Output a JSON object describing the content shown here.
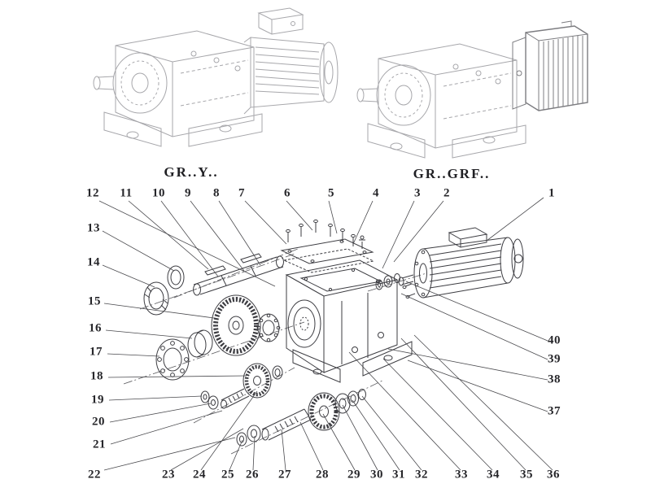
{
  "diagram": {
    "variant_labels": [
      "GR..Y..",
      "GR..GRF.."
    ],
    "callouts": [
      "1",
      "2",
      "3",
      "4",
      "5",
      "6",
      "7",
      "8",
      "9",
      "10",
      "11",
      "12",
      "13",
      "14",
      "15",
      "16",
      "17",
      "18",
      "19",
      "20",
      "21",
      "22",
      "23",
      "24",
      "25",
      "26",
      "27",
      "28",
      "29",
      "30",
      "31",
      "32",
      "33",
      "34",
      "35",
      "36",
      "37",
      "38",
      "39",
      "40"
    ],
    "colors": {
      "ink": "#3d3d42",
      "light_ink": "#a7a7ab",
      "background": "#ffffff"
    }
  }
}
